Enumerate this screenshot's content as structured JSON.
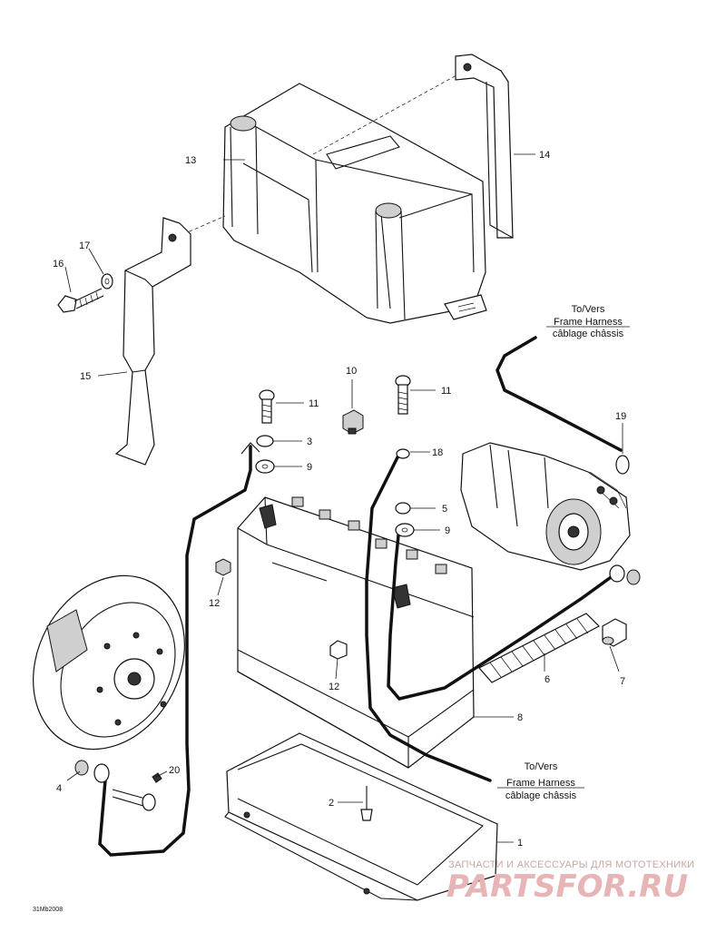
{
  "diagram": {
    "callouts": [
      {
        "id": "c1",
        "text": "1"
      },
      {
        "id": "c2",
        "text": "2"
      },
      {
        "id": "c3",
        "text": "3"
      },
      {
        "id": "c4",
        "text": "4"
      },
      {
        "id": "c5",
        "text": "5"
      },
      {
        "id": "c6",
        "text": "6"
      },
      {
        "id": "c7",
        "text": "7"
      },
      {
        "id": "c8",
        "text": "8"
      },
      {
        "id": "c9a",
        "text": "9"
      },
      {
        "id": "c9b",
        "text": "9"
      },
      {
        "id": "c10",
        "text": "10"
      },
      {
        "id": "c11a",
        "text": "11"
      },
      {
        "id": "c11b",
        "text": "11"
      },
      {
        "id": "c12a",
        "text": "12"
      },
      {
        "id": "c12b",
        "text": "12"
      },
      {
        "id": "c13",
        "text": "13"
      },
      {
        "id": "c14",
        "text": "14"
      },
      {
        "id": "c15",
        "text": "15"
      },
      {
        "id": "c16",
        "text": "16"
      },
      {
        "id": "c17",
        "text": "17"
      },
      {
        "id": "c18",
        "text": "18"
      },
      {
        "id": "c19",
        "text": "19"
      },
      {
        "id": "c20",
        "text": "20"
      }
    ],
    "notes": {
      "upper": {
        "line1": "To/Vers",
        "line2": "Frame Harness",
        "line3": "câblage châssis"
      },
      "lower": {
        "line1": "To/Vers",
        "line2": "Frame Harness",
        "line3": "câblage châssis"
      }
    },
    "drawing_code": "31Mb2008"
  },
  "watermark": {
    "tagline": "ЗАПЧАСТИ И АКСЕССУАРЫ ДЛЯ МОТОТЕХНИКИ",
    "brand": "PARTSFOR.RU",
    "color": "#e7b5b5"
  }
}
